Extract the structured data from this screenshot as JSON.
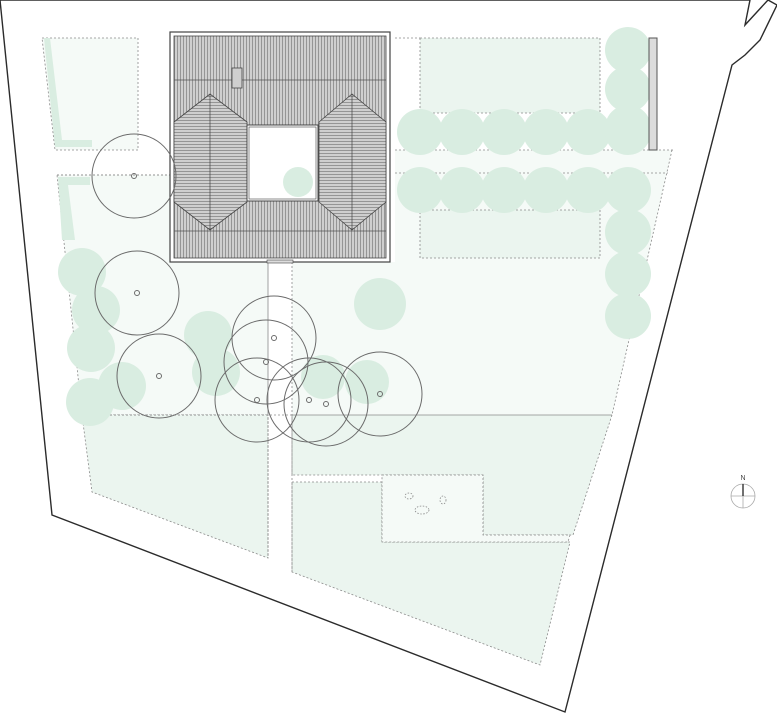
{
  "plan": {
    "type": "site-plan",
    "colors": {
      "background": "#ffffff",
      "boundary": "#2b2b2b",
      "lawn_fill": "#f5faf7",
      "bed_fill": "#ebf5ef",
      "shrub_fill": "#d9ede1",
      "dotted_line": "#8a8a8a",
      "roof_fill": "#c4c4c4",
      "roof_line": "#555555",
      "tree_outline": "#6b6b6b"
    },
    "north_arrow": {
      "label": "N"
    },
    "elements": {
      "building": "courtyard-house-roof",
      "courtyard": "inner-courtyard",
      "chimney": "chimney",
      "wall": "east-garden-wall"
    }
  }
}
